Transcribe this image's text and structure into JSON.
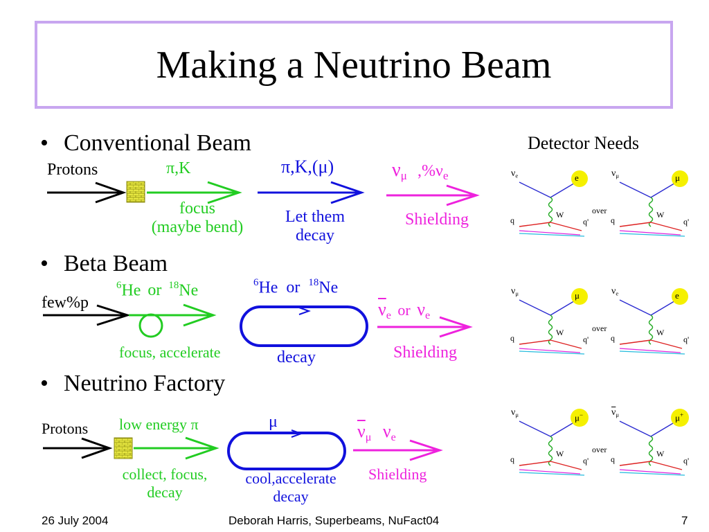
{
  "title": "Making a Neutrino Beam",
  "detector_needs": "Detector Needs",
  "bullets": {
    "b1": "Conventional Beam",
    "b2": "Beta Beam",
    "b3": "Neutrino Factory"
  },
  "conventional": {
    "input": "Protons",
    "pik": "π,K",
    "focus": "focus",
    "bend": "(maybe bend)",
    "pikmu": "π,K,(μ)",
    "let_them": "Let them",
    "decay": "decay",
    "nu_mu": "ν",
    "nu_mu_sub": "μ",
    "pct": ",%ν",
    "pct_sub": "e",
    "shielding": "Shielding"
  },
  "beta": {
    "input": "few%p",
    "he_mass": "6",
    "he": "He",
    "or": "or",
    "ne_mass": "18",
    "ne": "Ne",
    "focus_acc": "focus, accelerate",
    "ring_he_mass": "6",
    "ring_he": "He",
    "ring_or": "or",
    "ring_ne_mass": "18",
    "ring_ne": "Ne",
    "ring_decay": "decay",
    "nu": "ν",
    "nu_sub": "e",
    "nu_or": "or",
    "nu2": "ν",
    "nu2_sub": "e",
    "shielding": "Shielding"
  },
  "factory": {
    "input": "Protons",
    "low_energy": "low energy π",
    "collect": "collect, focus,",
    "decay": "decay",
    "ring_mu": "μ",
    "cool": "cool,accelerate",
    "cool_decay": "decay",
    "nu": "ν",
    "nu_sub": "μ",
    "nu2": "ν",
    "nu2_sub": "e",
    "shielding": "Shielding"
  },
  "feynman": {
    "row1": {
      "left": {
        "nu": "ν",
        "nu_sub": "e",
        "lepton": "e"
      },
      "right": {
        "nu": "ν",
        "nu_sub": "μ",
        "lepton": "μ"
      }
    },
    "row2": {
      "left": {
        "nu": "ν",
        "nu_sub": "μ",
        "lepton": "μ"
      },
      "right": {
        "nu": "ν",
        "nu_sub": "e",
        "lepton": "e"
      }
    },
    "row3": {
      "left": {
        "nu": "ν",
        "nu_sub": "μ",
        "lepton": "μ",
        "lepton_sup": "−"
      },
      "right": {
        "nu": "ν",
        "nu_sub": "μ",
        "lepton": "μ",
        "lepton_sup": "+"
      }
    },
    "w": "W",
    "q": "q",
    "qp": "q'",
    "over": "over"
  },
  "footer": {
    "date": "26 July 2004",
    "center": "Deborah Harris, Superbeams, NuFact04",
    "page": "7"
  },
  "colors": {
    "title_border": "#c8a6f0",
    "green": "#22cc22",
    "blue": "#1111dd",
    "magenta": "#ee22dd",
    "target": "#e6e640",
    "lepton_ball": "#f5f000"
  }
}
